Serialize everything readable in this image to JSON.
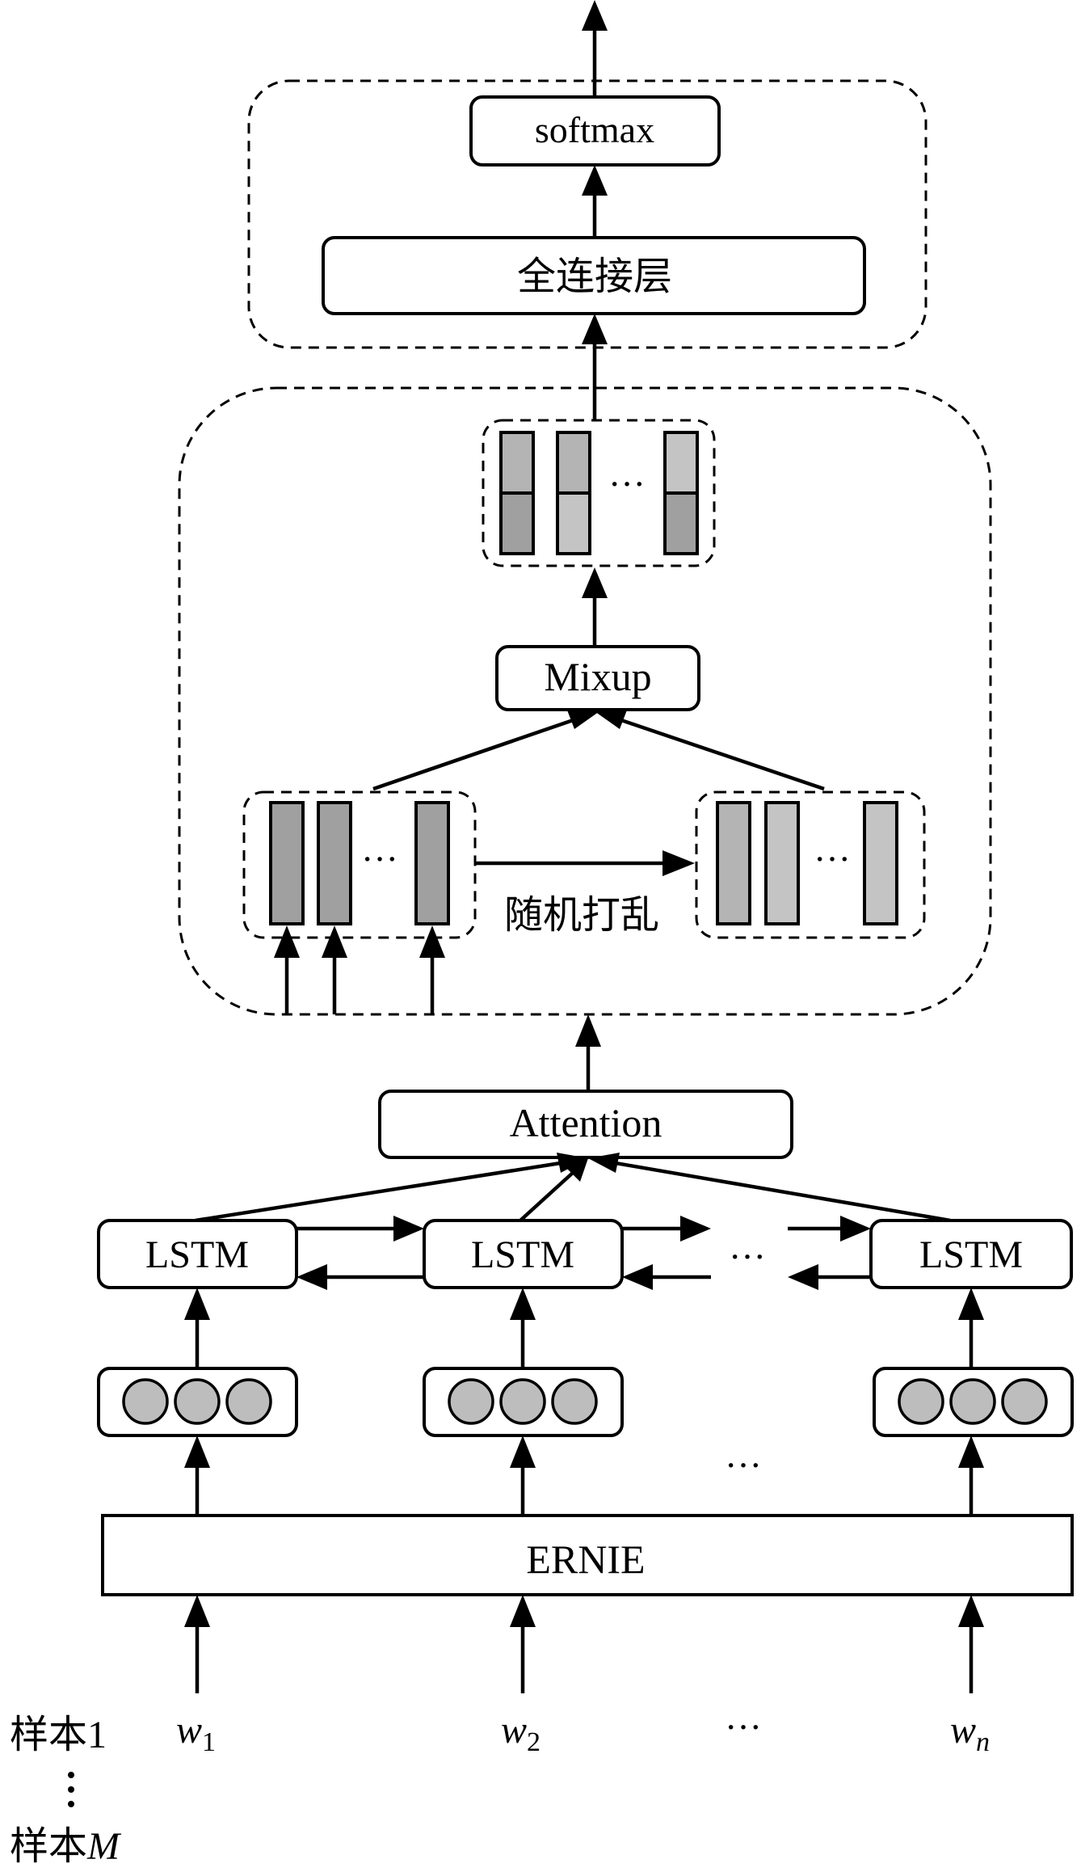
{
  "nodes": {
    "softmax": "softmax",
    "fc": "全连接层",
    "mixup": "Mixup",
    "shuffle": "随机打乱",
    "attention": "Attention",
    "lstm": "LSTM",
    "ernie": "ERNIE"
  },
  "inputs": {
    "w1_base": "w",
    "w1_sub": "1",
    "w2_base": "w",
    "w2_sub": "2",
    "wn_base": "w",
    "wn_sub": "n",
    "ellipsis": "···"
  },
  "samples": {
    "first_prefix": "样本",
    "first_index": "1",
    "last_prefix": "样本",
    "last_index": "M"
  },
  "ellipsis": "···",
  "colors": {
    "line": "#000000",
    "bar_dark": "#a0a0a0",
    "bar_light": "#c4c4c4",
    "circle_fill": "#bdbdbd"
  }
}
